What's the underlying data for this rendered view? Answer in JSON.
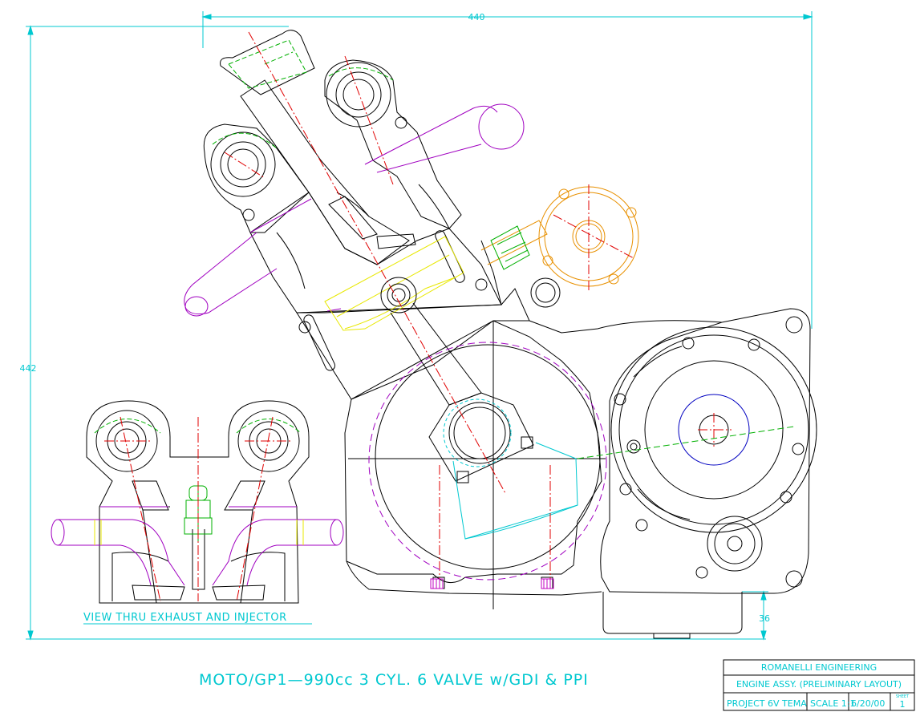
{
  "drawing": {
    "title": "MOTO/GP1—990cc  3  CYL.  6  VALVE  w/GDI  &  PPI",
    "view_label": "VIEW  THRU  EXHAUST  AND  INJECTOR",
    "dimensions": {
      "width": "440",
      "height": "442",
      "sump": "36"
    }
  },
  "title_block": {
    "company": "ROMANELLI  ENGINEERING",
    "description": "ENGINE  ASSY.  (PRELIMINARY  LAYOUT)",
    "project": "PROJECT  6V  TEMA",
    "scale": "SCALE  1:1",
    "date": "6/20/00",
    "sheet_label": "SHEET",
    "sheet_no": "1"
  },
  "colors": {
    "outline": "#000000",
    "dimension": "#00c8d0",
    "centerline": "#e00000",
    "valve": "#00b000",
    "intake": "#a000c0",
    "piston": "#e8e800",
    "gear": "#e89000",
    "blue": "#0000c0"
  }
}
